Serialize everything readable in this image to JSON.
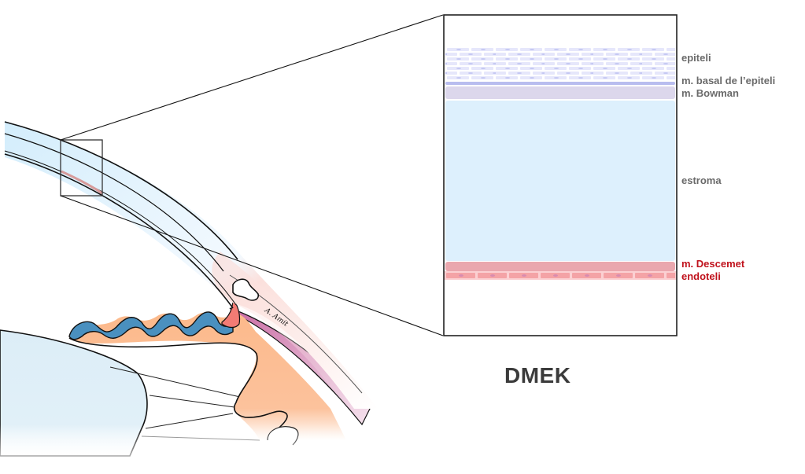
{
  "figure": {
    "title": "DMEK",
    "signature": "A. Amit"
  },
  "layers": [
    {
      "id": "epithelium",
      "label": "epiteli",
      "color": "#e8e9fb",
      "highlight": false
    },
    {
      "id": "basal",
      "label": "m. basal de l’epiteli",
      "color": "#b9bdef",
      "highlight": false
    },
    {
      "id": "bowman",
      "label": "m. Bowman",
      "color": "#dcd7ec",
      "highlight": false
    },
    {
      "id": "stroma",
      "label": "estroma",
      "color": "#ddf0fd",
      "highlight": false
    },
    {
      "id": "descemet",
      "label": "m. Descemet",
      "color": "#eaa7ae",
      "highlight": true
    },
    {
      "id": "endothelium",
      "label": "endoteli",
      "color": "#f4a3a6",
      "highlight": true
    }
  ],
  "colors": {
    "cornea": "#d8effc",
    "sclera": "#fbe1dd",
    "iris_front": "#4a90bf",
    "iris_body": "#fcb98b",
    "trabecular": "#f37b74",
    "ciliary_band": "#d97ab0",
    "lens": "#dcedf7",
    "outline": "#111111",
    "label_gray": "#6a6a6a",
    "label_red": "#c0121c",
    "title": "#3b3b3b"
  }
}
